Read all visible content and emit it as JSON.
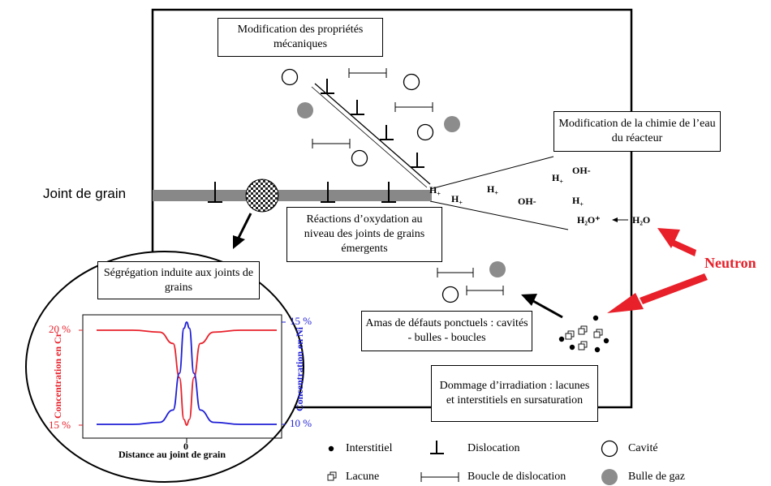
{
  "labels": {
    "grain_boundary": "Joint de grain",
    "neutron": "Neutron",
    "mech_props": "Modification des propriétés mécaniques",
    "water_chem": "Modification de la chimie de l’eau du réacteur",
    "oxidation": "Réactions d’oxydation au niveau des joints de grains émergents",
    "defect_clusters": "Amas de défauts ponctuels : cavités - bulles - boucles",
    "irradiation_damage": "Dommage d’irradiation : lacunes et interstitiels en sursaturation",
    "segregation": "Ségrégation induite aux joints de grains"
  },
  "chemistry": {
    "oh1": "OH-",
    "oh2": "OH-",
    "h1": "H",
    "h2": "H",
    "h3": "H",
    "h4": "H",
    "h5": "H",
    "h_sub": "+",
    "h2o_radical": "H₂O⁺",
    "h2o": "H₂O"
  },
  "legend": {
    "interstitial": "Interstitiel",
    "dislocation": "Dislocation",
    "cavity": "Cavité",
    "vacancy": "Lacune",
    "dislocation_loop": "Boucle de dislocation",
    "gas_bubble": "Bulle de gaz"
  },
  "colors": {
    "cr": "#e8202a",
    "ni": "#1f1fd6",
    "neutron": "#e8202a",
    "grain_boundary": "#888888",
    "bubble": "#8c8c8c"
  },
  "chart_data": {
    "type": "line",
    "xlabel": "Distance au joint de grain",
    "x_tick": "0",
    "ylabel_left": "Concentration en Cr",
    "ylabel_right": "Concentration en Ni",
    "left_ticks": [
      "20 %",
      "15 %"
    ],
    "right_ticks": [
      "15 %",
      "10 %"
    ],
    "ylim_left": [
      15,
      20
    ],
    "ylim_right": [
      10,
      15
    ],
    "series": [
      {
        "name": "Cr",
        "axis": "left",
        "x": [
          -1,
          -0.6,
          -0.3,
          -0.15,
          -0.08,
          -0.03,
          0,
          0.03,
          0.08,
          0.15,
          0.3,
          0.6,
          1
        ],
        "values": [
          20,
          20,
          19.9,
          19.3,
          17.5,
          15.3,
          15,
          15.3,
          17.5,
          19.3,
          19.9,
          20,
          20
        ]
      },
      {
        "name": "Ni",
        "axis": "right",
        "x": [
          -1,
          -0.6,
          -0.3,
          -0.15,
          -0.08,
          -0.03,
          0,
          0.03,
          0.08,
          0.15,
          0.3,
          0.6,
          1
        ],
        "values": [
          10,
          10,
          10.1,
          10.7,
          12.5,
          14.7,
          15,
          14.7,
          12.5,
          10.7,
          10.1,
          10,
          10
        ]
      }
    ]
  }
}
